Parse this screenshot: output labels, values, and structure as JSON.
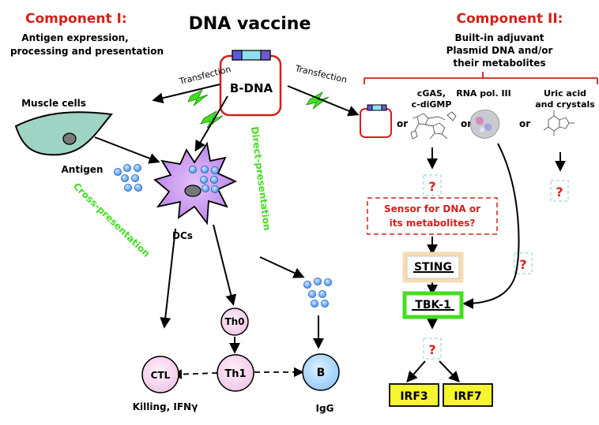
{
  "title": "DNA vaccine",
  "component1": {
    "heading": "Component I:",
    "sub1": "Antigen expression,",
    "sub2": "processing and presentation"
  },
  "component2": {
    "heading": "Component II:",
    "sub1": "Built-in adjuvant",
    "sub2": "Plasmid DNA and/or",
    "sub3": "their metabolites"
  },
  "bdna_label": "B-DNA",
  "transfection_left": "Transfection",
  "transfection_right": "Transfection",
  "muscle_cells": "Muscle cells",
  "antigen": "Antigen",
  "dcs": "DCs",
  "cross_presentation": "Cross-presentation",
  "direct_presentation": "Direct-presentation",
  "th0": "Th0",
  "th1": "Th1",
  "ctl": "CTL",
  "b_cell": "B",
  "killing": "Killing, IFNγ",
  "igg": "IgG",
  "cgas_1": "cGAS,",
  "cgas_2": "c-diGMP",
  "rna_pol": "RNA pol. III",
  "uric_1": "Uric acid",
  "uric_2": "and crystals",
  "or_label": "or",
  "question": "?",
  "sensor_1": "Sensor for DNA or",
  "sensor_2": "its metabolites?",
  "sting": "STING",
  "tbk1": "TBK-1",
  "irf3": "IRF3",
  "irf7": "IRF7",
  "colors": {
    "red": "#d4201a",
    "green": "#44dd22",
    "yellow_box": "#f5f530",
    "cell_pink": "#f7d6ee",
    "dc_purple": "#c98df0",
    "b_blue": "#a9d8ff",
    "muscle": "#9fd3c4",
    "antigen_blue": "#5aa0f2"
  }
}
